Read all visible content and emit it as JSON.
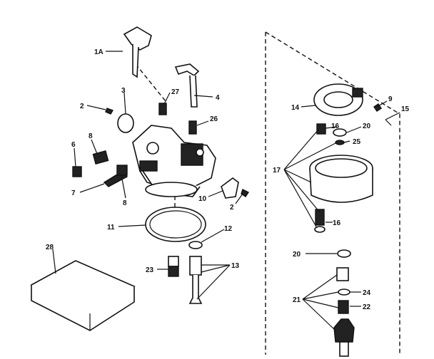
{
  "diagram": {
    "labels": {
      "l1a": "1A",
      "l2a": "2",
      "l3": "3",
      "l27": "27",
      "l4": "4",
      "l26": "26",
      "l6": "6",
      "l8a": "8",
      "l7": "7",
      "l8b": "8",
      "l10": "10",
      "l2b": "2",
      "l11": "11",
      "l12": "12",
      "l13": "13",
      "l23": "23",
      "l28": "28",
      "l14": "14",
      "l9": "9",
      "l15": "15",
      "l16a": "16",
      "l20a": "20",
      "l25": "25",
      "l17": "17",
      "l16b": "16",
      "l20b": "20",
      "l21": "21",
      "l24": "24",
      "l22": "22"
    }
  }
}
